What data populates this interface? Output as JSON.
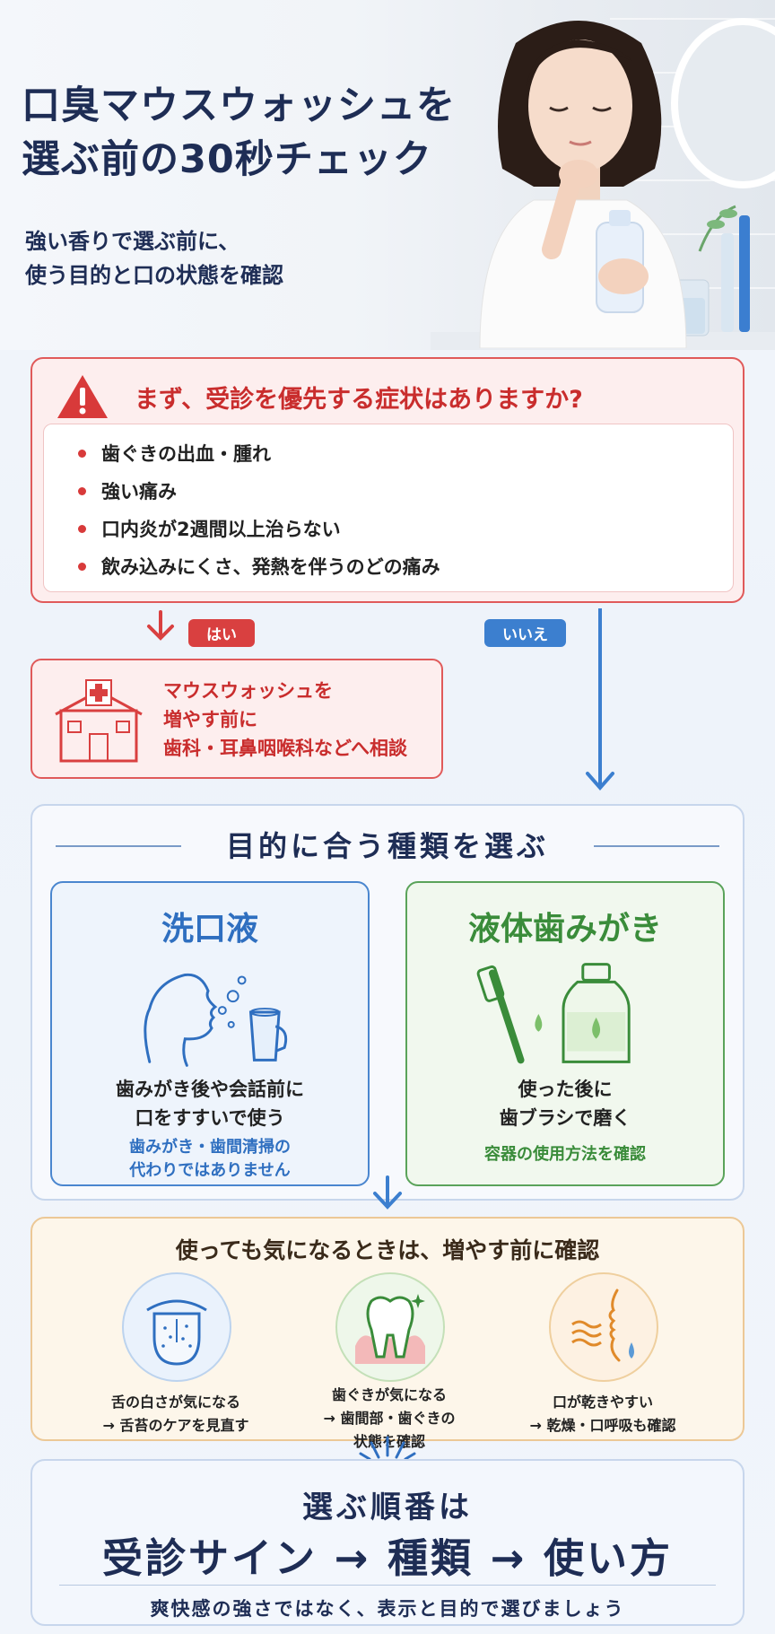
{
  "hero": {
    "title_line1": "口臭マウスウォッシュを",
    "title_line2": "選ぶ前の30秒チェック",
    "subtitle_line1": "強い香りで選ぶ前に、",
    "subtitle_line2": "使う目的と口の状態を確認"
  },
  "warning": {
    "icon": "warning-triangle-icon",
    "heading": "まず、受診を優先する症状はありますか?",
    "items": [
      "歯ぐきの出血・腫れ",
      "強い痛み",
      "口内炎が2週間以上治らない",
      "飲み込みにくさ、発熱を伴うのどの痛み"
    ]
  },
  "flow": {
    "yes_label": "はい",
    "no_label": "いいえ",
    "yes_color": "#d94040",
    "no_color": "#3c7fcf"
  },
  "clinic": {
    "icon": "hospital-icon",
    "line1": "マウスウォッシュを",
    "line2": "増やす前に",
    "line3": "歯科・耳鼻咽喉科などへ相談"
  },
  "types": {
    "title": "目的に合う種類を選ぶ",
    "mouthwash": {
      "title": "洗口液",
      "icon": "gargle-face-icon",
      "main_line1": "歯みがき後や会話前に",
      "main_line2": "口をすすいで使う",
      "note_line1": "歯みがき・歯間清掃の",
      "note_line2": "代わりではありません"
    },
    "liquid_toothpaste": {
      "title": "液体歯みがき",
      "icon": "toothbrush-bottle-icon",
      "main_line1": "使った後に",
      "main_line2": "歯ブラシで磨く",
      "note": "容器の使用方法を確認"
    }
  },
  "check": {
    "title": "使っても気になるときは、増やす前に確認",
    "items": [
      {
        "icon": "tongue-icon",
        "line1": "舌の白さが気になる",
        "line2": "→ 舌苔のケアを見直す"
      },
      {
        "icon": "tooth-gum-icon",
        "line1": "歯ぐきが気になる",
        "line2": "→ 歯間部・歯ぐきの",
        "line3": "状態を確認"
      },
      {
        "icon": "dry-mouth-icon",
        "line1": "口が乾きやすい",
        "line2": "→ 乾燥・口呼吸も確認"
      }
    ]
  },
  "bottom": {
    "line1": "選ぶ順番は",
    "line2": "受診サイン → 種類 → 使い方",
    "line3": "爽快感の強さではなく、表示と目的で選びましょう"
  }
}
